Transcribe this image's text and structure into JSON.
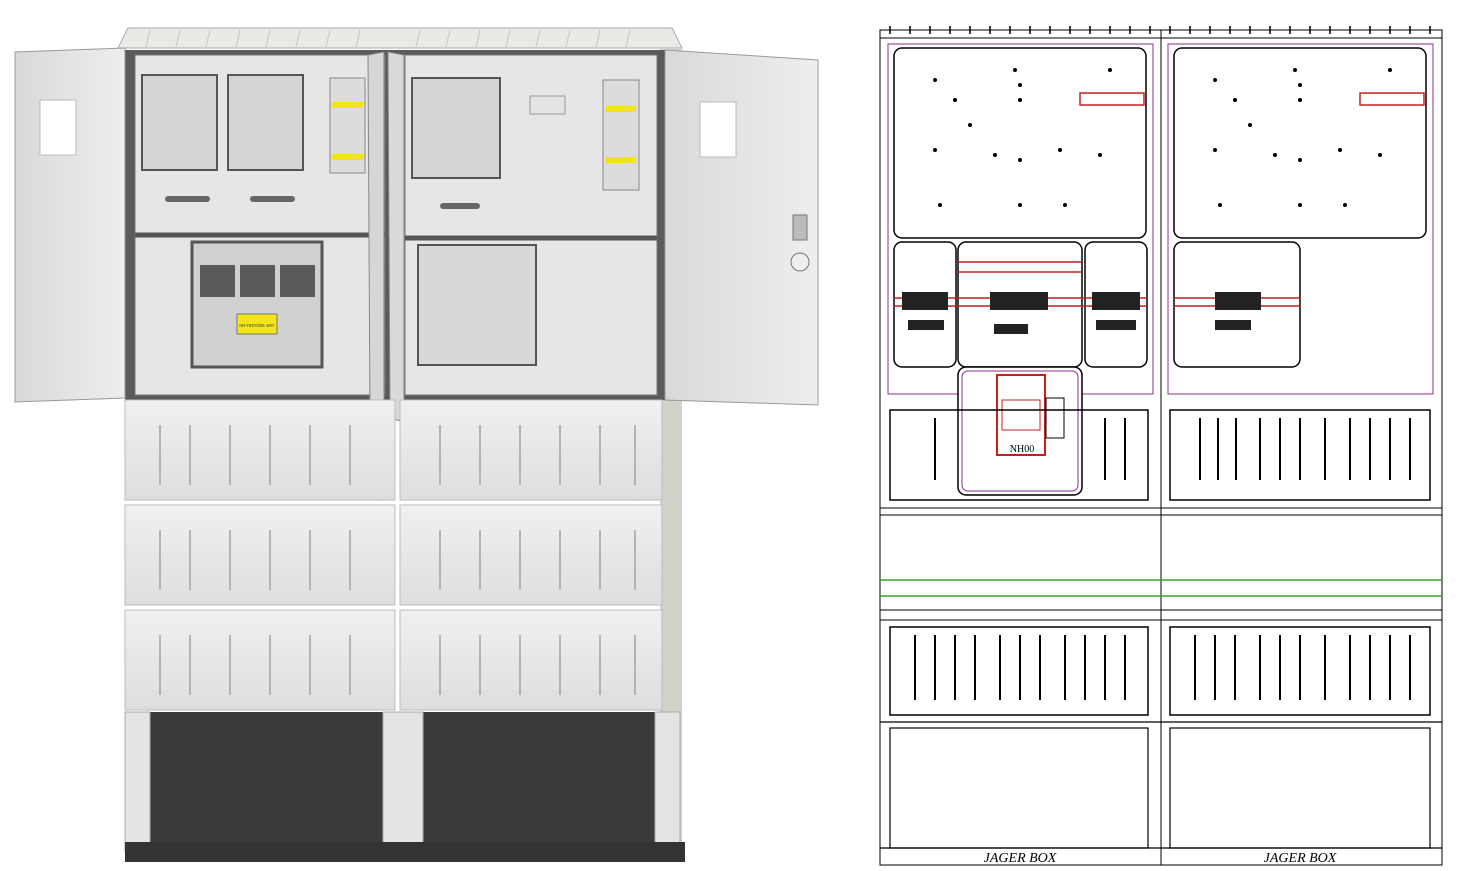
{
  "drawing": {
    "brand_label_left": "JAGER BOX",
    "brand_label_right": "JAGER BOX",
    "fuse_label": "NH00"
  },
  "render": {
    "warning_sign_text": "NH-TRENNER 400V"
  },
  "colors": {
    "cabinet_gray": "#e8e9e8",
    "door_gray": "#e3e4e3",
    "dark_edge": "#4a4a4a",
    "line_black": "#000000",
    "accent_red": "#c42020",
    "accent_purple": "#8e2c8e",
    "accent_green": "#33a333",
    "warning_yellow": "#f2e31a"
  }
}
